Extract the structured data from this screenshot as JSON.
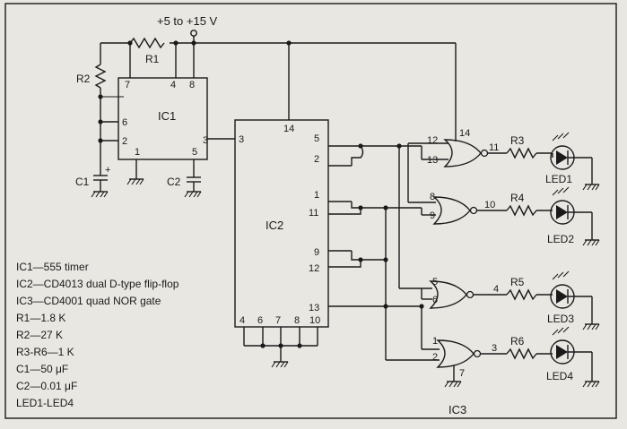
{
  "supply_label": "+5 to +15 V",
  "ic_labels": {
    "ic1": "IC1",
    "ic2": "IC2",
    "ic3": "IC3"
  },
  "ic1_pins": {
    "p7": "7",
    "p4": "4",
    "p8": "8",
    "p6": "6",
    "p2": "2",
    "p1": "1",
    "p5": "5",
    "p3": "3"
  },
  "ic2_pins": {
    "p3": "3",
    "p14": "14",
    "p5": "5",
    "p2": "2",
    "p1": "1",
    "p11": "11",
    "p9": "9",
    "p12": "12",
    "p13": "13",
    "p4": "4",
    "p6": "6",
    "p7": "7",
    "p8": "8",
    "p10": "10"
  },
  "gates": [
    {
      "in_a": "12",
      "in_b": "13",
      "out": "11",
      "resistor": "R3",
      "led": "LED1"
    },
    {
      "in_a": "8",
      "in_b": "9",
      "out": "10",
      "resistor": "R4",
      "led": "LED2"
    },
    {
      "in_a": "5",
      "in_b": "6",
      "out": "4",
      "resistor": "R5",
      "led": "LED3"
    },
    {
      "in_a": "1",
      "in_b": "2",
      "out": "3",
      "resistor": "R6",
      "led": "LED4"
    }
  ],
  "ic3_pins": {
    "vdd": "14",
    "gnd": "7"
  },
  "components": {
    "r1": "R1",
    "r2": "R2",
    "c1": "C1",
    "c2": "C2",
    "c1_polarity": "+"
  },
  "parts_list": [
    "IC1—555 timer",
    "IC2—CD4013 dual D-type flip-flop",
    "IC3—CD4001 quad NOR gate",
    "R1—1.8 K",
    "R2—27 K",
    "R3-R6—1 K",
    "C1—50 μF",
    "C2—0.01 μF",
    "LED1-LED4"
  ]
}
